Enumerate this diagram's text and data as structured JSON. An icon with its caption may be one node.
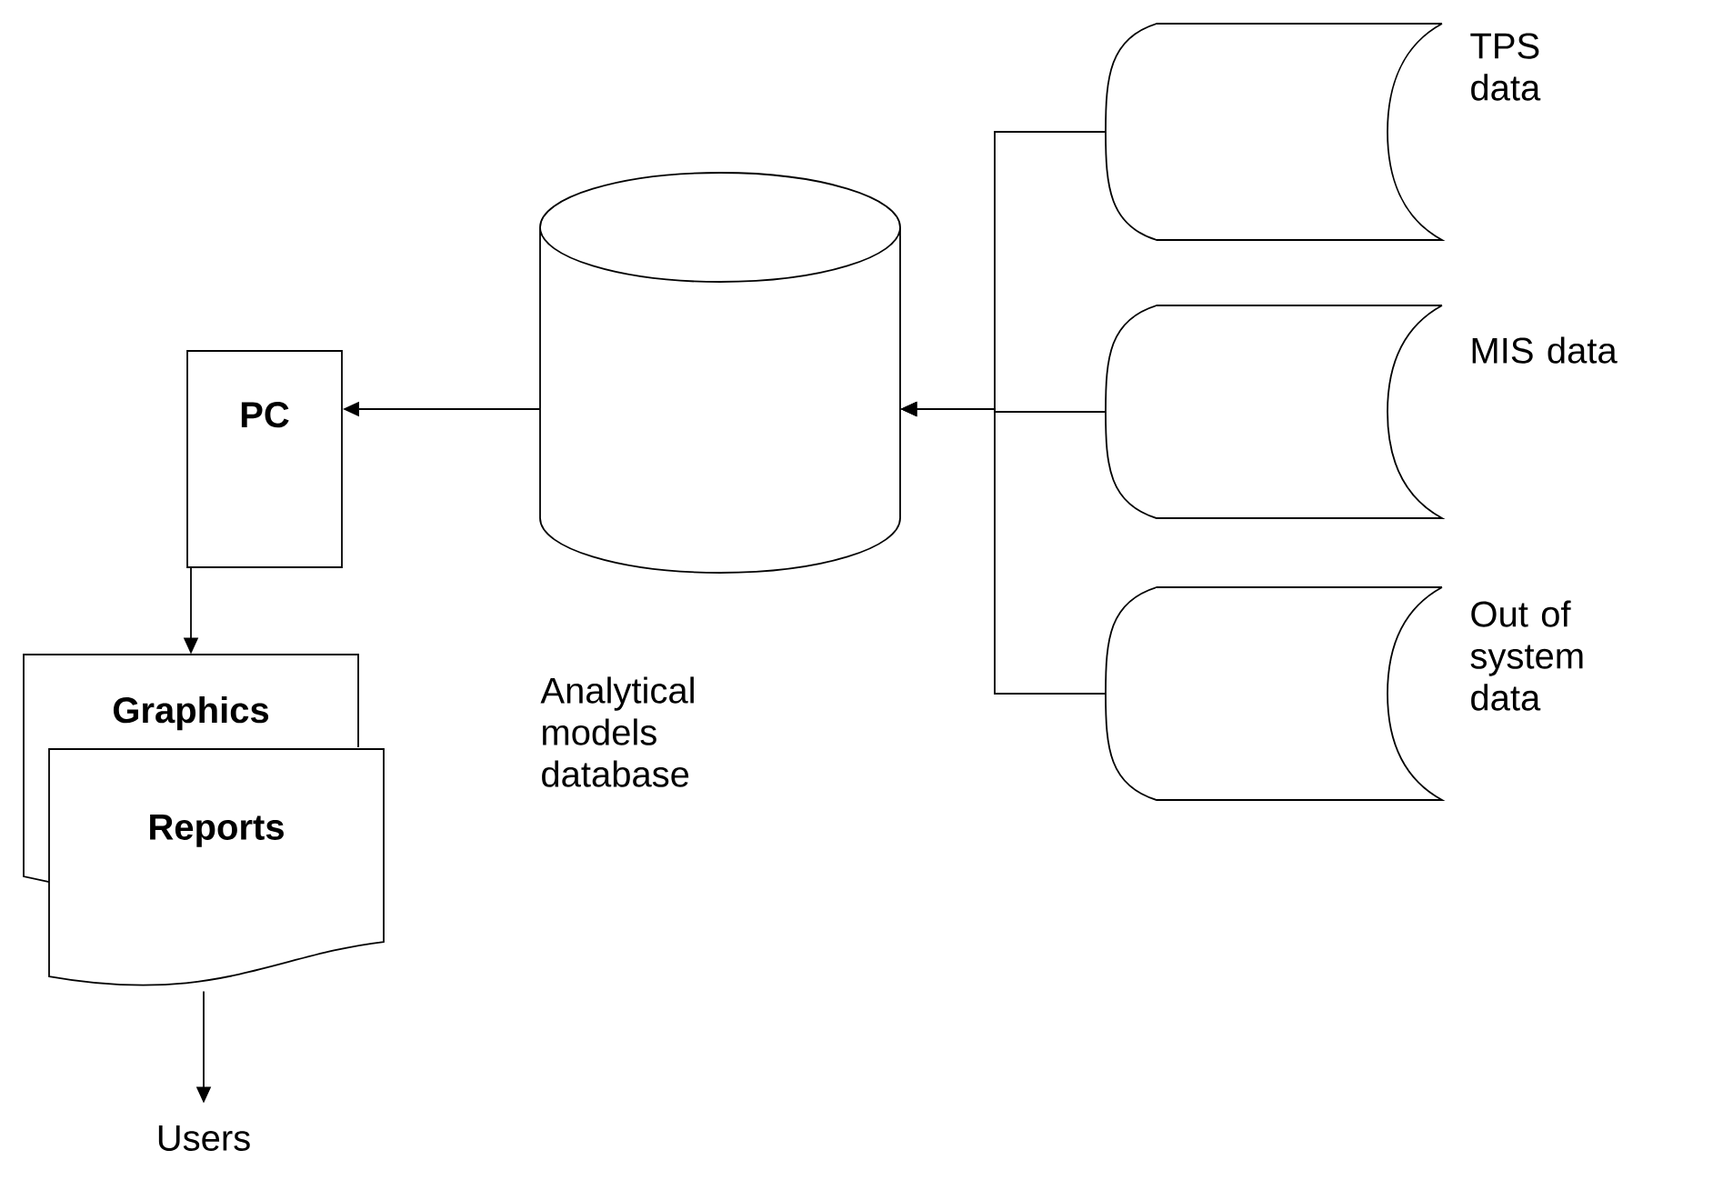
{
  "diagram": {
    "nodes": [
      {
        "text": [
          "PC"
        ]
      },
      {
        "text": [
          "Graphics"
        ]
      },
      {
        "text": [
          "Reports"
        ]
      },
      {
        "text": [
          "Users"
        ]
      },
      {
        "text": [],
        "shape": "cylinder",
        "beside": [
          "Analytical models database"
        ]
      },
      {
        "text": [],
        "shape": "storage",
        "beside": [
          "TPS data"
        ]
      },
      {
        "text": [],
        "shape": "storage",
        "beside": [
          "MIS data"
        ]
      },
      {
        "text": [],
        "shape": "storage",
        "beside": [
          "Out of system data"
        ]
      }
    ],
    "edges": [
      {
        "from": 4,
        "to": 0,
        "arrow": "to"
      },
      {
        "from": 0,
        "to": 1,
        "arrow": "to"
      },
      {
        "from": 2,
        "to": 3,
        "arrow": "to"
      },
      {
        "from": 5,
        "to": 4,
        "arrow": "to"
      },
      {
        "from": 6,
        "to": 4,
        "arrow": "to"
      },
      {
        "from": 7,
        "to": 4,
        "arrow": "to"
      }
    ]
  }
}
